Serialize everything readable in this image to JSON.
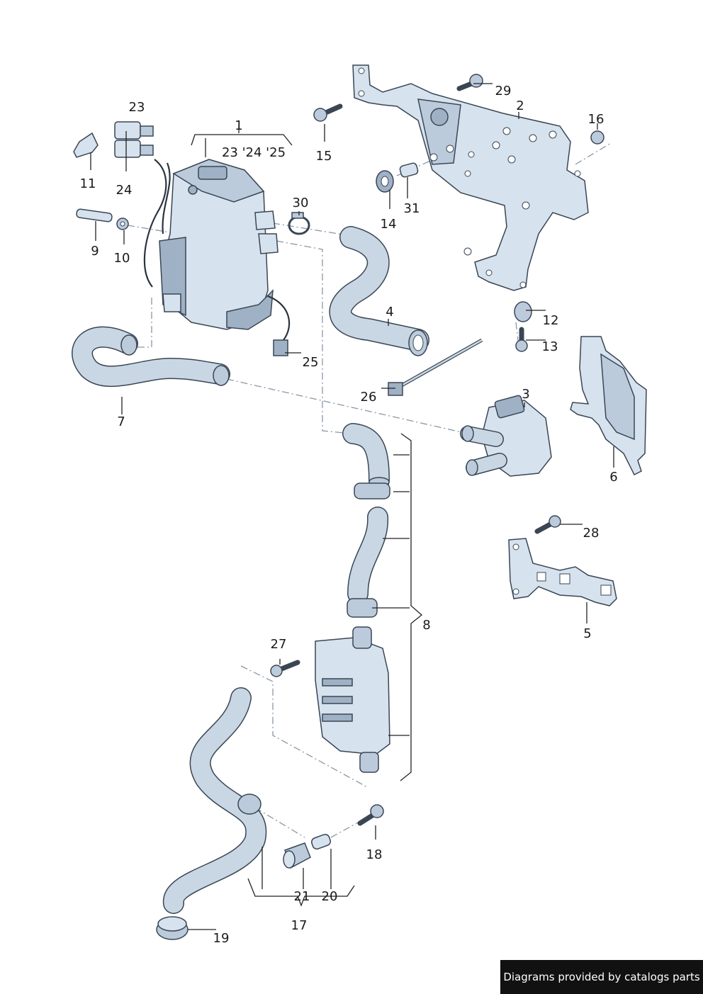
{
  "callouts": {
    "c1": "1",
    "c2": "2",
    "c3": "3",
    "c4": "4",
    "c5": "5",
    "c6": "6",
    "c7": "7",
    "c8": "8",
    "c9": "9",
    "c10": "10",
    "c11": "11",
    "c12": "12",
    "c13": "13",
    "c14": "14",
    "c15": "15",
    "c16": "16",
    "c17": "17",
    "c18": "18",
    "c19": "19",
    "c20": "20",
    "c21": "21",
    "c23": "23",
    "c24": "24",
    "c25": "25",
    "c26": "26",
    "c27": "27",
    "c28": "28",
    "c29": "29",
    "c30": "30",
    "c31": "31",
    "c1_sub": "23 '24  '25"
  },
  "footer": {
    "credit": "Diagrams provided by catalogs parts"
  }
}
